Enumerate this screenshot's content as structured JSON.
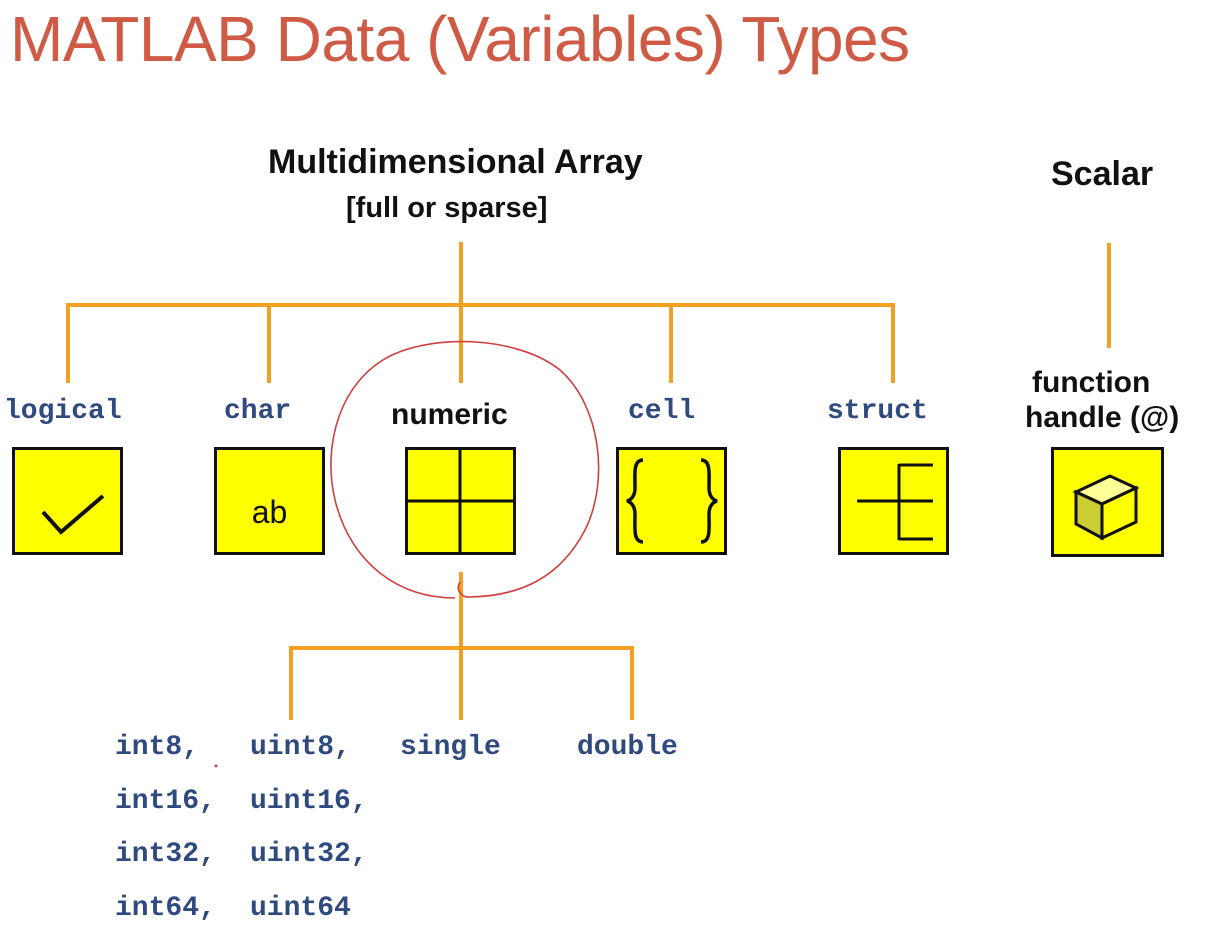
{
  "title": "MATLAB Data (Variables) Types",
  "array_header": {
    "line1": "Multidimensional Array",
    "line2": "[full or sparse]"
  },
  "scalar_header": "Scalar",
  "categories": {
    "logical": "logical",
    "char": "char",
    "numeric": "numeric",
    "cell": "cell",
    "struct": "struct",
    "function_handle_line1": "function",
    "function_handle_line2": "handle (@)"
  },
  "char_icon_text": "ab",
  "numeric_types": {
    "row1": [
      "int8,",
      "uint8,",
      "single",
      "double"
    ],
    "row2": [
      "int16,",
      "uint16,"
    ],
    "row3": [
      "int32,",
      "uint32,"
    ],
    "row4": [
      "int64,",
      "uint64"
    ]
  },
  "colors": {
    "title": "#cf5a46",
    "connector": "#f5a020",
    "box_fill": "#ffff00",
    "type_text": "#2f4a7e",
    "annotation_circle": "#d04040"
  },
  "icons": [
    "check-icon",
    "ab-text-icon",
    "grid-icon",
    "braces-icon",
    "tree-icon",
    "cube-icon"
  ]
}
